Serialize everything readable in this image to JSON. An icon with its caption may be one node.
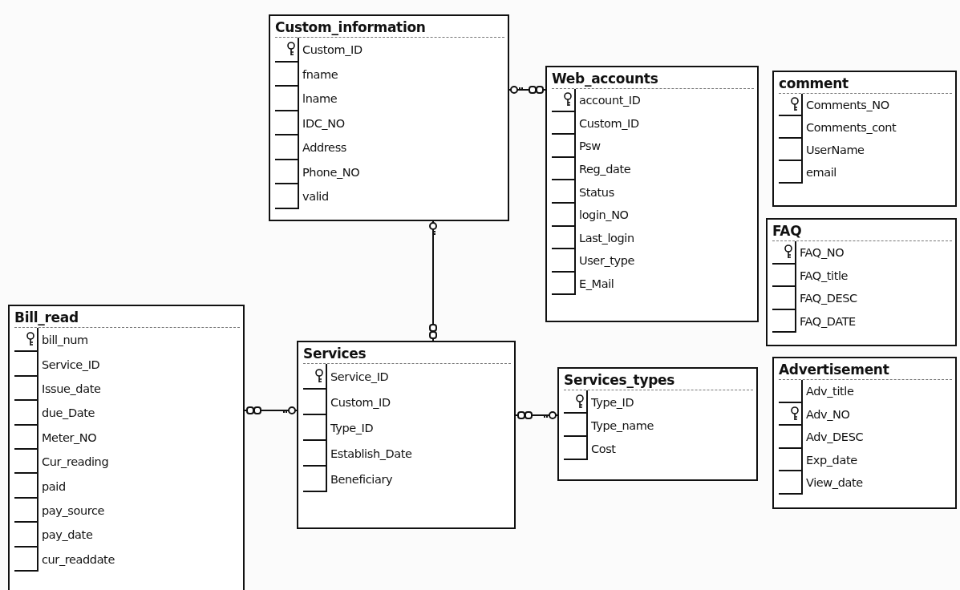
{
  "diagram": {
    "nodes": [
      {
        "text": [
          "Custom_information",
          "Custom_ID",
          "fname",
          "lname",
          "IDC_NO",
          "Address",
          "Phone_NO",
          "valid"
        ]
      },
      {
        "text": [
          "Web_accounts",
          "account_ID",
          "Custom_ID",
          "Psw",
          "Reg_date",
          "Status",
          "login_NO",
          "Last_login",
          "User_type",
          "E_Mail"
        ]
      },
      {
        "text": [
          "comment",
          "Comments_NO",
          "Comments_cont",
          "UserName",
          "email"
        ]
      },
      {
        "text": [
          "FAQ",
          "FAQ_NO",
          "FAQ_title",
          "FAQ_DESC",
          "FAQ_DATE"
        ]
      },
      {
        "text": [
          "Bill_read",
          "bill_num",
          "Service_ID",
          "Issue_date",
          "due_Date",
          "Meter_NO",
          "Cur_reading",
          "paid",
          "pay_source",
          "pay_date",
          "cur_readdate"
        ]
      },
      {
        "text": [
          "Services",
          "Service_ID",
          "Custom_ID",
          "Type_ID",
          "Establish_Date",
          "Beneficiary"
        ]
      },
      {
        "text": [
          "Services_types",
          "Type_ID",
          "Type_name",
          "Cost"
        ]
      },
      {
        "text": [
          "Advertisement",
          "Adv_title",
          "Adv_NO",
          "Adv_DESC",
          "Exp_date",
          "View_date"
        ]
      }
    ],
    "edges": [
      {
        "from": 0,
        "to": 1,
        "arrow": "other"
      },
      {
        "from": 0,
        "to": 5,
        "arrow": "other"
      },
      {
        "from": 5,
        "to": 4,
        "arrow": "other"
      },
      {
        "from": 6,
        "to": 5,
        "arrow": "other"
      }
    ]
  }
}
